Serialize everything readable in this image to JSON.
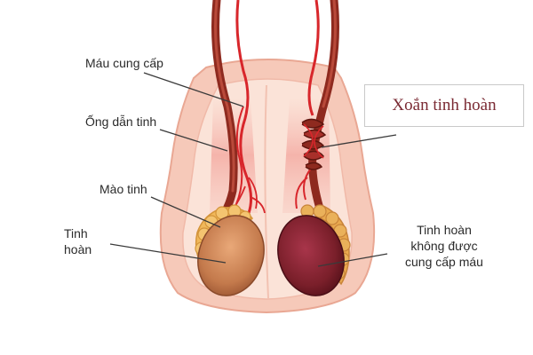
{
  "title": "Xoắn tinh hoàn",
  "labels": {
    "blood_supply": "Máu cung cấp",
    "vas_deferens": "Ống dẫn tinh",
    "epididymis": "Mào tinh",
    "testis_line1": "Tinh",
    "testis_line2": "hoàn",
    "no_blood_line1": "Tinh hoàn",
    "no_blood_line2": "không được",
    "no_blood_line3": "cung cấp máu"
  },
  "colors": {
    "skin_outer": "#f6c9b9",
    "skin_inner": "#fbe3d8",
    "skin_outline": "#e9a793",
    "cord": "#8e2a1f",
    "artery": "#d8262b",
    "epididymis": "#f1b85a",
    "healthy_testis": "#c47a4c",
    "dark_testis": "#7a1f2a",
    "title": "#7a2a33",
    "leader_line": "#3a3a3a"
  }
}
